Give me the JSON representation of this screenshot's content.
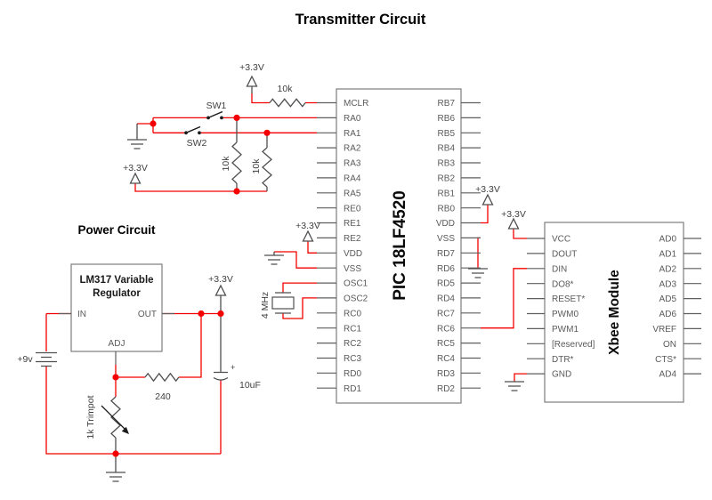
{
  "title": "Transmitter Circuit",
  "power_title": "Power Circuit",
  "colors": {
    "wire": "#f40000",
    "symbol": "#4f4f4f",
    "chip_border": "#7d7d7d"
  },
  "pic": {
    "name": "PIC 18LF4520",
    "left_pins": [
      "MCLR",
      "RA0",
      "RA1",
      "RA2",
      "RA3",
      "RA4",
      "RA5",
      "RE0",
      "RE1",
      "RE2",
      "VDD",
      "VSS",
      "OSC1",
      "OSC2",
      "RC0",
      "RC1",
      "RC2",
      "RC3",
      "RD0",
      "RD1"
    ],
    "right_pins": [
      "RB7",
      "RB6",
      "RB5",
      "RB4",
      "RB3",
      "RB2",
      "RB1",
      "RB0",
      "VDD",
      "VSS",
      "RD7",
      "RD6",
      "RD5",
      "RD4",
      "RC7",
      "RC6",
      "RC5",
      "RC4",
      "RD3",
      "RD2"
    ]
  },
  "xbee": {
    "name": "Xbee Module",
    "left_pins": [
      "VCC",
      "DOUT",
      "DIN",
      "DO8*",
      "RESET*",
      "PWM0",
      "PWM1",
      "[Reserved]",
      "DTR*",
      "GND"
    ],
    "right_pins": [
      "AD0",
      "AD1",
      "AD2",
      "AD3",
      "AD5",
      "AD6",
      "VREF",
      "ON",
      "CTS*",
      "AD4"
    ]
  },
  "regulator": {
    "title_line1": "LM317 Variable",
    "title_line2": "Regulator",
    "pin_in": "IN",
    "pin_out": "OUT",
    "pin_adj": "ADJ"
  },
  "components": {
    "supply_label": "+3.3V",
    "battery_label": "+9v",
    "mclr_resistor": "10k",
    "pullup_resistor_1": "10k",
    "pullup_resistor_2": "10k",
    "switch_1": "SW1",
    "switch_2": "SW2",
    "crystal": "4 MHz",
    "adjust_resistor": "240",
    "trimpot": "1k Trimpot",
    "capacitor": "10uF",
    "capacitor_polarity": "+"
  }
}
